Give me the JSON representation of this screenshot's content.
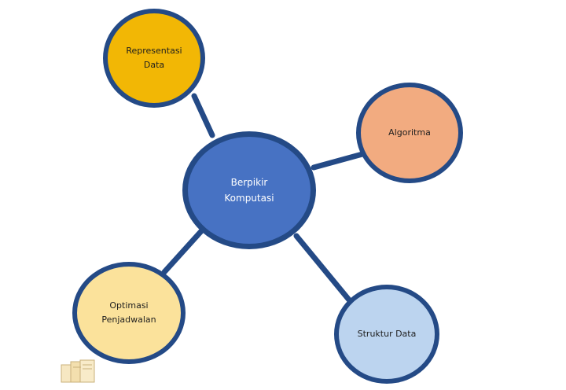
{
  "diagram": {
    "center": {
      "label": "Berpikir\nKomputasi",
      "fill": "#4772c3"
    },
    "satellites": [
      {
        "key": "repr",
        "label": "Representasi\nData",
        "fill": "#f2b705"
      },
      {
        "key": "algo",
        "label": "Algoritma",
        "fill": "#f2ab80"
      },
      {
        "key": "opt",
        "label": "Optimasi\nPenjadwalan",
        "fill": "#fbe29b"
      },
      {
        "key": "struk",
        "label": "Struktur Data",
        "fill": "#bcd4ef"
      }
    ],
    "border_color": "#244a86",
    "link_color": "#244a86"
  }
}
